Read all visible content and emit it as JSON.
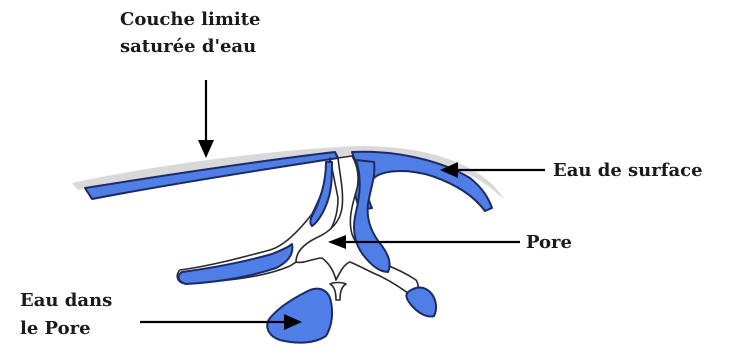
{
  "labels": {
    "boundary_layer_line1": "Couche limite",
    "boundary_layer_line2": "saturée d'eau",
    "surface_water": "Eau de surface",
    "pore": "Pore",
    "pore_water_line1": "Eau dans",
    "pore_water_line2": "le Pore"
  },
  "colors": {
    "water": "#4f7fe6",
    "film": "#d9d9d9",
    "outline": "#1c2a66"
  }
}
